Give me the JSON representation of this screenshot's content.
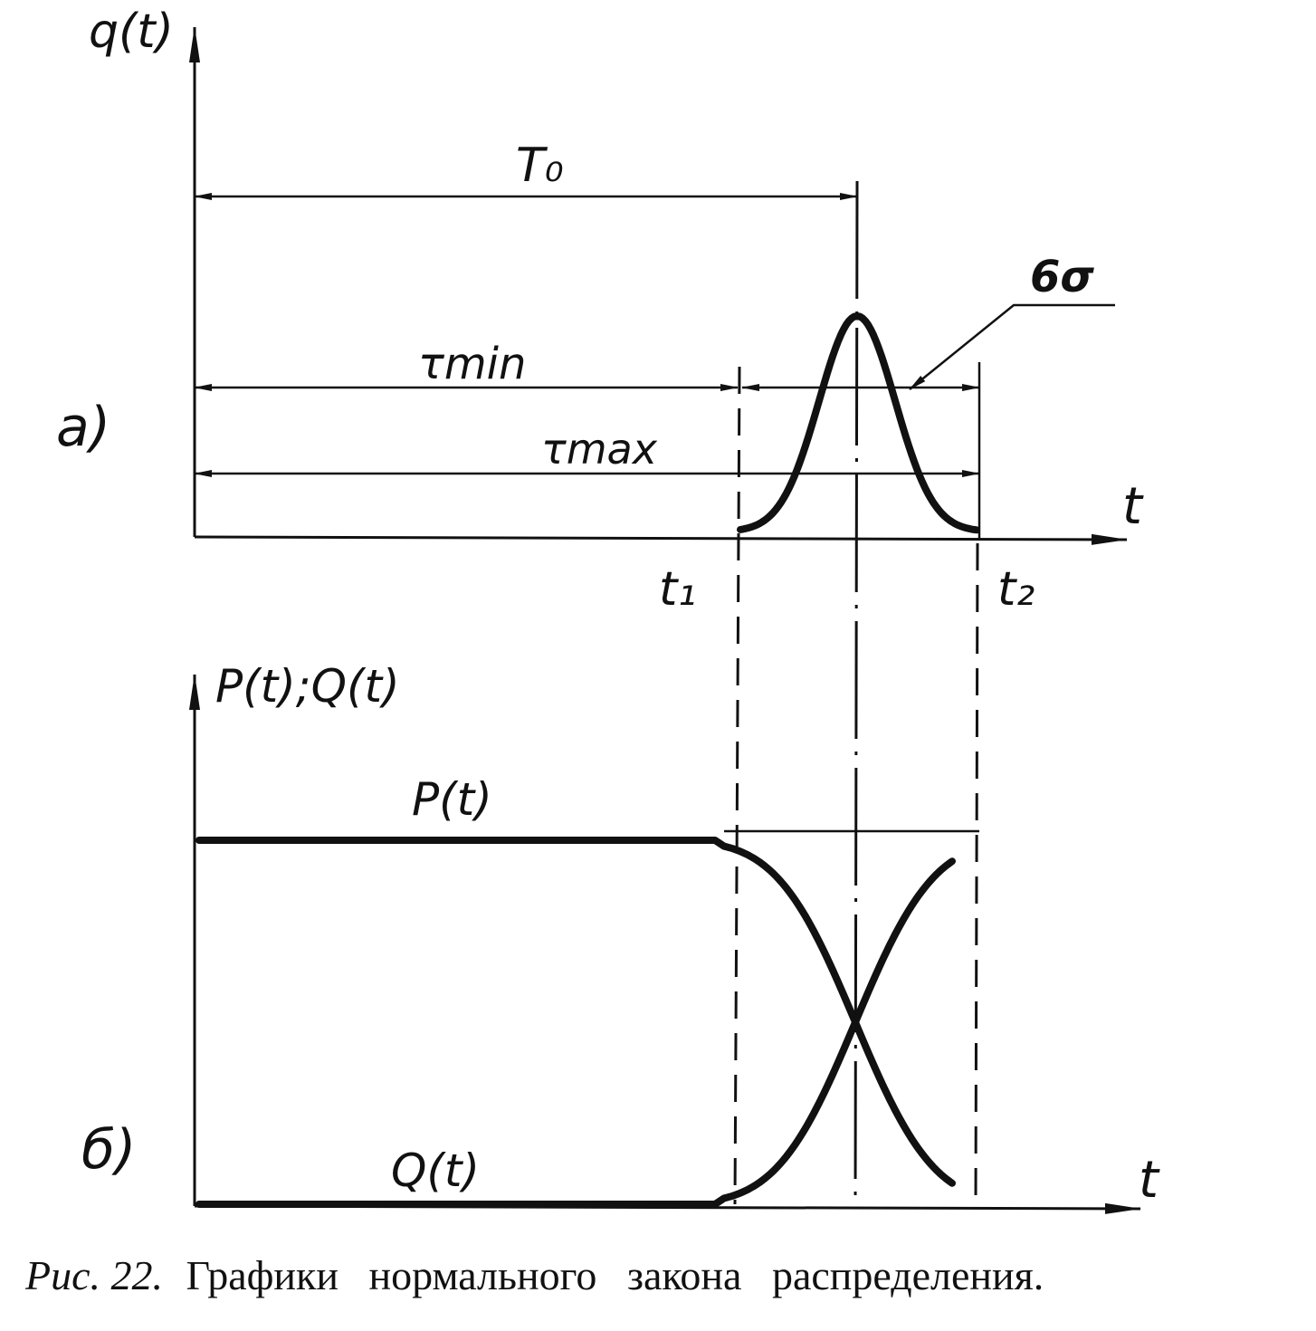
{
  "panel_a": {
    "label": "a)",
    "y_axis_label": "q(t)",
    "x_axis_label": "t",
    "T0": "T₀",
    "tau_min": "τmin",
    "tau_max": "τmax",
    "six_sigma": "6σ",
    "t1": "t₁",
    "t2": "t₂"
  },
  "panel_b": {
    "label": "б)",
    "y_axis_label": "P(t);Q(t)",
    "x_axis_label": "t",
    "P_label": "P(t)",
    "Q_label": "Q(t)"
  },
  "caption": {
    "fig_ref": "Рис. 22.",
    "text": "Графики нормального закона распределения."
  }
}
